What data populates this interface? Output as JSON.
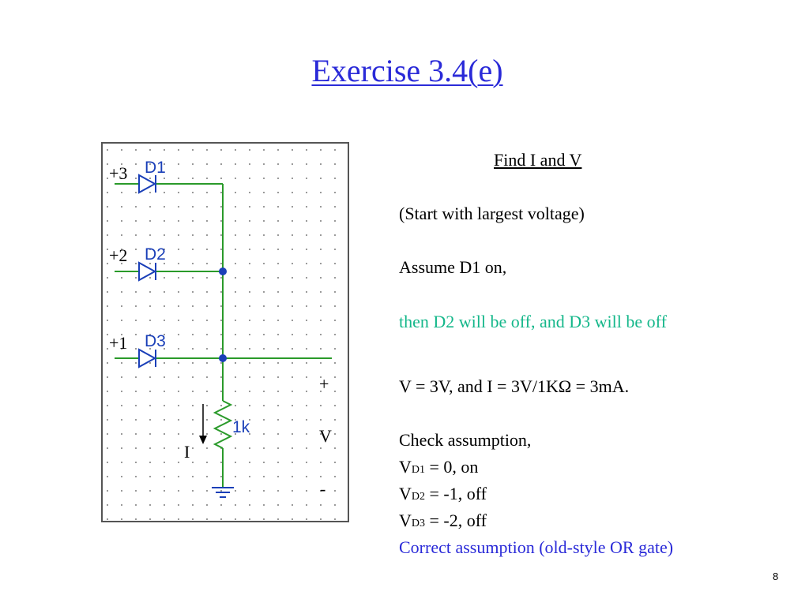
{
  "title": "Exercise 3.4(e)",
  "schematic": {
    "source_labels": [
      "+3",
      "+2",
      "+1"
    ],
    "diode_labels": [
      "D1",
      "D2",
      "D3"
    ],
    "resistor_label": "1k",
    "plus": "+",
    "v_label": "V",
    "minus": "-",
    "current_label": "I",
    "colors": {
      "wire": "#2a9a2a",
      "component": "#1a3fb8",
      "node": "#1a3fb8",
      "grid": "#9a9a9a"
    }
  },
  "notes": {
    "find": "Find I and V",
    "start": "(Start with largest voltage)",
    "assume": "Assume D1 on,",
    "then": "then D2 will be off, and D3 will be off",
    "v_eq": "V = 3V, and I = 3V/1KΩ  = 3mA.",
    "check": "Check assumption,",
    "checks": [
      {
        "v": "V",
        "sub": "D1",
        "rest": " = 0, on"
      },
      {
        "v": "V",
        "sub": "D2",
        "rest": " = -1, off"
      },
      {
        "v": "V",
        "sub": "D3",
        "rest": " = -2,  off"
      }
    ],
    "correct": "Correct assumption (old-style OR gate)"
  },
  "page_number": "8"
}
